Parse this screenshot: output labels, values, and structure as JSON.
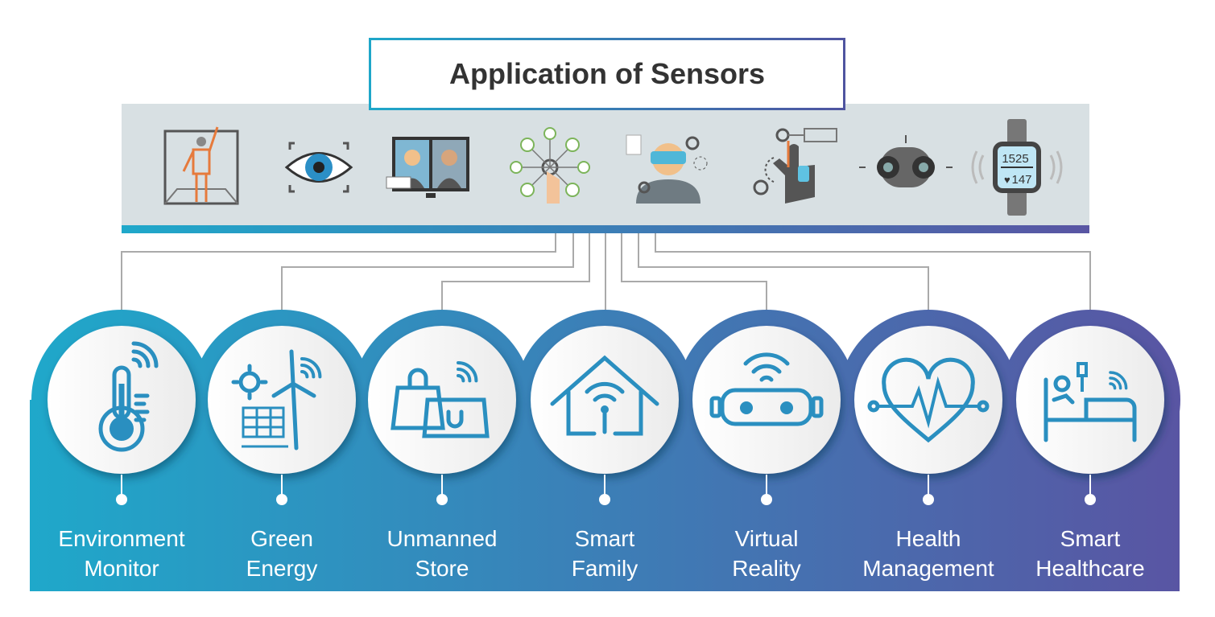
{
  "title": "Application of Sensors",
  "top_icons": [
    "motion-capture-icon",
    "eye-scan-icon",
    "video-call-icon",
    "touch-control-icon",
    "vr-user-icon",
    "smart-glove-icon",
    "360-camera-icon",
    "smart-watch-icon"
  ],
  "watch": {
    "steps": "1525",
    "heart_rate": "147"
  },
  "applications": [
    {
      "line1": "Environment",
      "line2": "Monitor",
      "icon": "thermometer-icon"
    },
    {
      "line1": "Green",
      "line2": "Energy",
      "icon": "wind-solar-icon"
    },
    {
      "line1": "Unmanned",
      "line2": "Store",
      "icon": "shopping-bag-icon"
    },
    {
      "line1": "Smart",
      "line2": "Family",
      "icon": "smart-home-icon"
    },
    {
      "line1": "Virtual",
      "line2": "Reality",
      "icon": "vr-headset-icon"
    },
    {
      "line1": "Health",
      "line2": "Management",
      "icon": "heart-pulse-icon"
    },
    {
      "line1": "Smart",
      "line2": "Healthcare",
      "icon": "hospital-bed-icon"
    }
  ],
  "colors": {
    "start": "#1fa8ca",
    "end": "#5955a3",
    "band": "#d8e0e3",
    "connector": "#aaaaaa"
  }
}
